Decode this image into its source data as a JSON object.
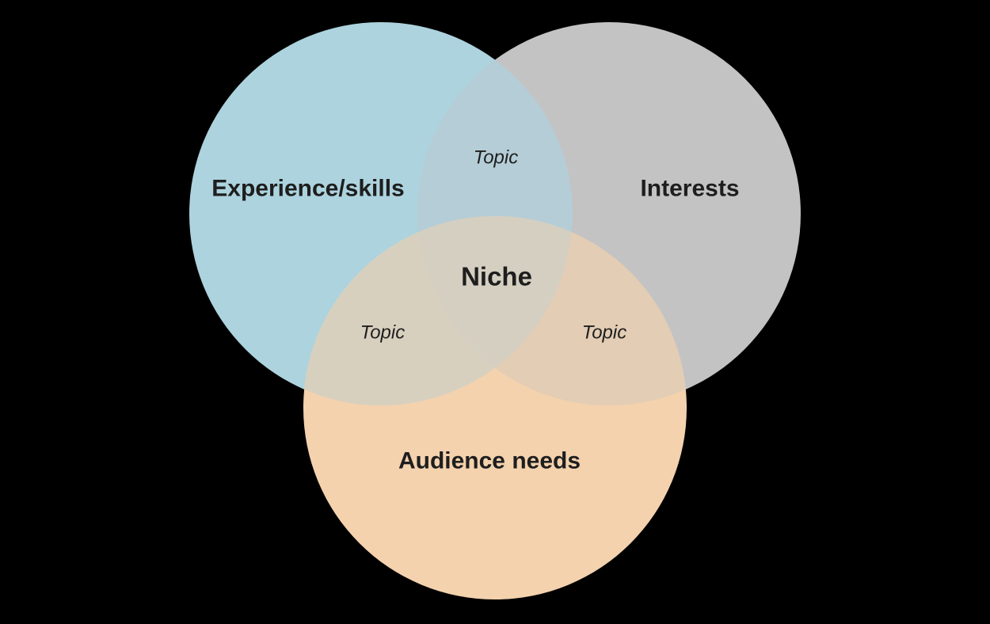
{
  "page": {
    "background_color": "#000000",
    "text_color": "#1E1E1E"
  },
  "diagram": {
    "type": "venn-3-circle",
    "circles": [
      {
        "id": "experience",
        "label": "Experience/skills",
        "color": "#ADD3DE"
      },
      {
        "id": "interests",
        "label": "Interests",
        "color": "#C3C3C4"
      },
      {
        "id": "audience",
        "label": "Audience needs",
        "color": "#F4D2AE"
      }
    ],
    "overlaps": {
      "experience_interests": {
        "label": "Topic",
        "color": "#B5CDD6"
      },
      "experience_audience": {
        "label": "Topic",
        "color": "#D8D0BF"
      },
      "interests_audience": {
        "label": "Topic",
        "color": "#E3CDB4"
      },
      "center": {
        "label": "Niche",
        "color": "#D5CFC2"
      }
    }
  }
}
